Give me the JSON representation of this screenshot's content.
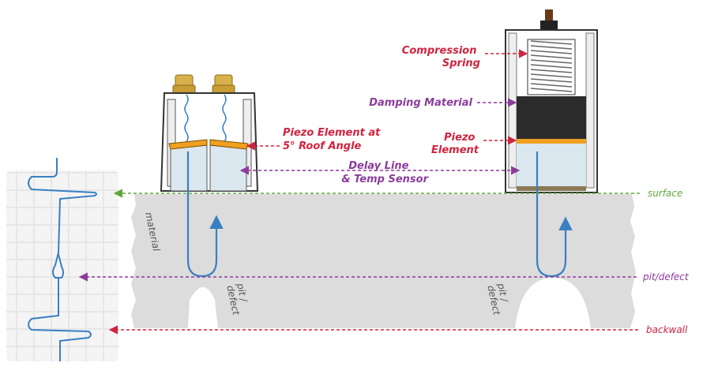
{
  "labels": {
    "compression_spring": [
      "Compression",
      "Spring"
    ],
    "damping_material": "Damping Material",
    "piezo_element_roof": [
      "Piezo Element at",
      "5° Roof Angle"
    ],
    "piezo_element": [
      "Piezo",
      "Element"
    ],
    "delay_line": [
      "Delay Line",
      "& Temp Sensor"
    ],
    "surface": "surface",
    "pit_defect": "pit/defect",
    "backwall": "backwall",
    "material": "material",
    "pit_defect_left": [
      "pit /",
      "defect"
    ],
    "pit_defect_right": [
      "pit /",
      "defect"
    ]
  },
  "colors": {
    "red": "#d0243f",
    "purple": "#8b3c9c",
    "green": "#5fa839",
    "blue": "#3a7fc4",
    "material_gray": "#dcdcdc",
    "dark_damping": "#2b2b2b",
    "orange": "#f0a020",
    "delay_blue": "#dbe7ee",
    "gold": "#d8b14a"
  }
}
